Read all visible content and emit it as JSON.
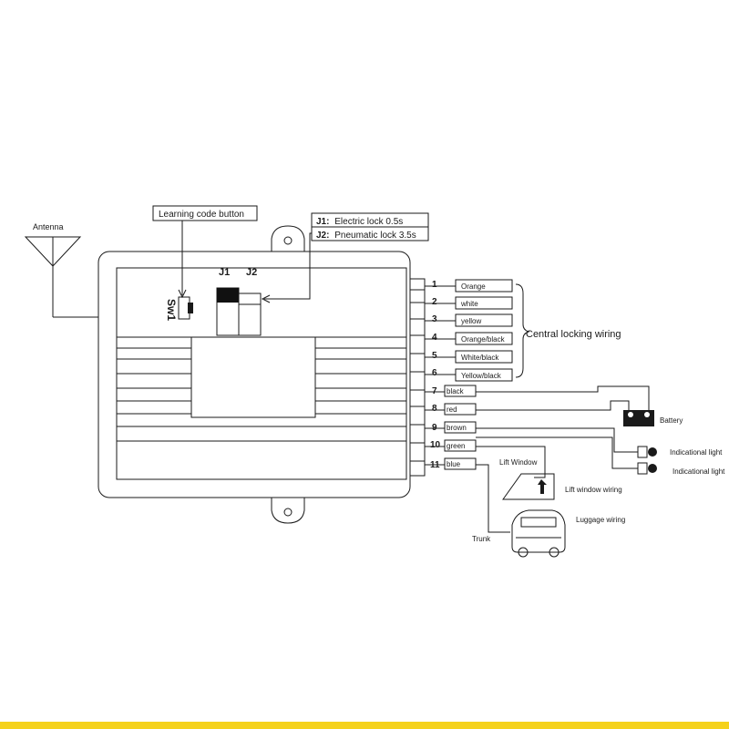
{
  "antenna_label": "Antenna",
  "learning_button_label": "Learning code button",
  "switch_label": "Sw1",
  "jumper_labels": {
    "j1": "J1",
    "j2": "J2"
  },
  "jumper_notes": [
    {
      "key": "J1:",
      "text": "Electric lock 0.5s"
    },
    {
      "key": "J2:",
      "text": "Pneumatic lock 3.5s"
    }
  ],
  "wires": [
    {
      "pin": "1",
      "color": "Orange"
    },
    {
      "pin": "2",
      "color": "white"
    },
    {
      "pin": "3",
      "color": "yellow"
    },
    {
      "pin": "4",
      "color": "Orange/black"
    },
    {
      "pin": "5",
      "color": "White/black"
    },
    {
      "pin": "6",
      "color": "Yellow/black"
    },
    {
      "pin": "7",
      "color": "black"
    },
    {
      "pin": "8",
      "color": "red"
    },
    {
      "pin": "9",
      "color": "brown"
    },
    {
      "pin": "10",
      "color": "green"
    },
    {
      "pin": "11",
      "color": "blue"
    }
  ],
  "central_locking_label": "Central locking wiring",
  "battery_label": "Battery",
  "indicator_labels": [
    "Indicational light",
    "Indicational light"
  ],
  "lift_window_label": "Lift Window",
  "lift_window_wiring_label": "Lift window wiring",
  "luggage_wiring_label": "Luggage wiring",
  "trunk_label": "Trunk",
  "colors": {
    "line": "#1a1a1a",
    "bottom_bar": "#f5d21c",
    "jumper_fill": "#111111"
  }
}
